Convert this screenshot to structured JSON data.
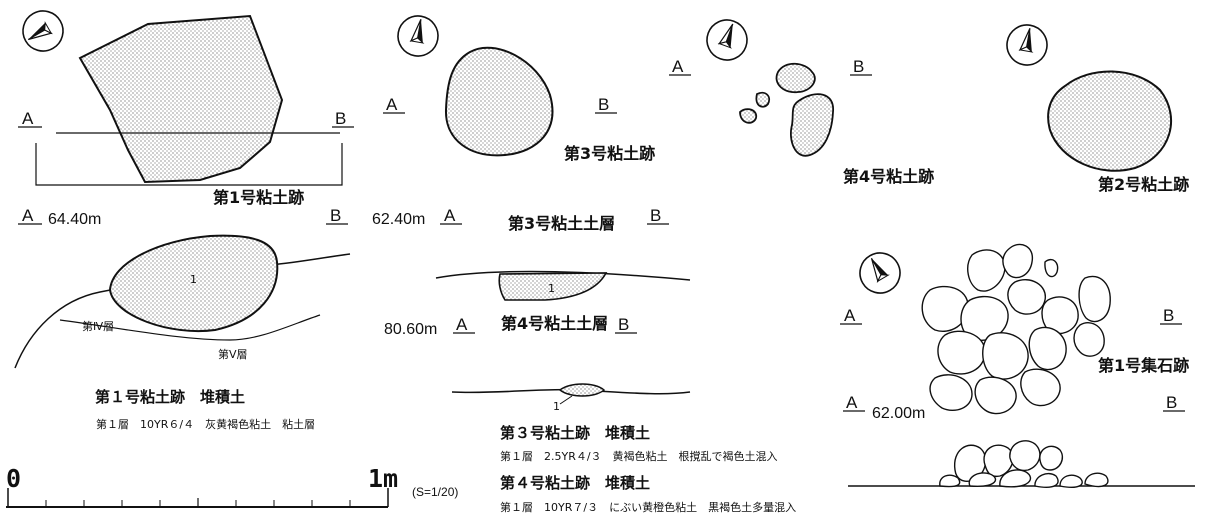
{
  "labels": {
    "a": "A",
    "b": "B",
    "one": "1",
    "layer4": "第Ⅳ層",
    "layer5": "第Ⅴ層"
  },
  "features": {
    "clay1": "第1号粘土跡",
    "clay3": "第3号粘土跡",
    "clay4": "第4号粘土跡",
    "clay2": "第2号粘土跡",
    "stones1": "第1号集石跡"
  },
  "sections": {
    "clay3_soil": "第3号粘土土層",
    "clay4_soil": "第4号粘土土層"
  },
  "elevations": {
    "e1": "64.40m",
    "e2": "62.40m",
    "e3": "80.60m",
    "e4": "62.00m"
  },
  "legends": {
    "clay1_title": "第１号粘土跡　堆積土",
    "clay1_layer": "第１層　10YR６/４　灰黄褐色粘土　粘土層",
    "clay3_title": "第３号粘土跡　堆積土",
    "clay3_layer": "第１層　2.5YR４/３　黄褐色粘土　根撹乱で褐色土混入",
    "clay4_title": "第４号粘土跡　堆積土",
    "clay4_layer": "第１層　10YR７/３　にぶい黄橙色粘土　黒褐色土多量混入"
  },
  "scale": {
    "zero": "0",
    "one_m": "1m",
    "ratio": "(S=1/20)"
  },
  "icons": {
    "north": "north-arrow-icon"
  }
}
